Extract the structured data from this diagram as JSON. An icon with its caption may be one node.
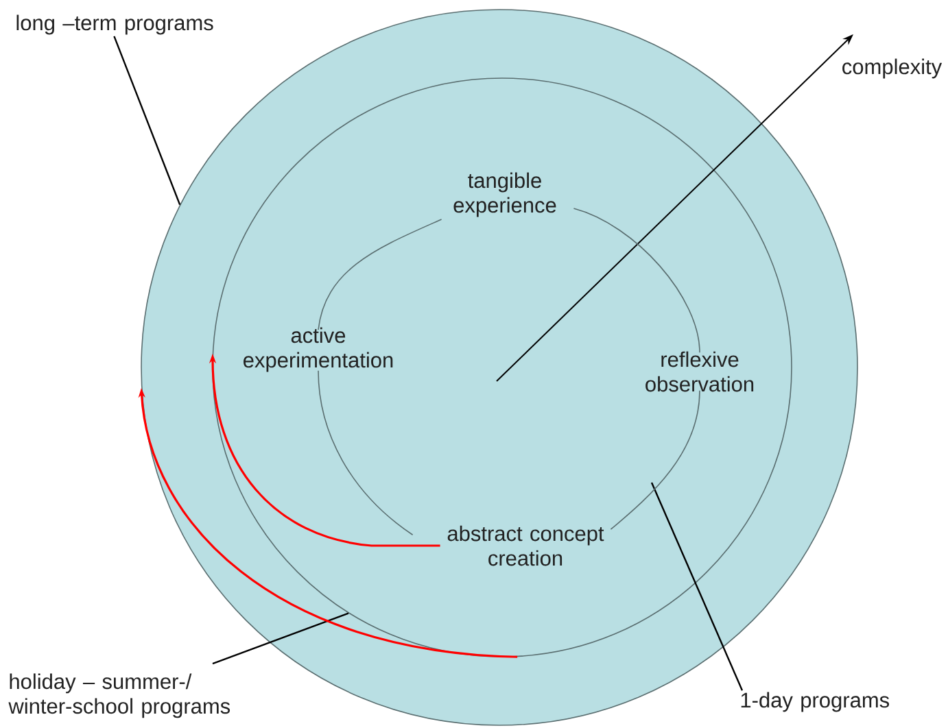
{
  "diagram": {
    "nodes": [
      {
        "text": [],
        "shape": "circle"
      },
      {
        "text": [],
        "shape": "circle",
        "in": 0
      },
      {
        "text": [
          "tangible experience"
        ],
        "in": 1
      },
      {
        "text": [
          "active experimentation"
        ],
        "in": 1
      },
      {
        "text": [
          "reflexive observation"
        ],
        "in": 1
      },
      {
        "text": [
          "abstract concept creation"
        ],
        "in": 1
      },
      {
        "text": [
          "long –term programs"
        ]
      },
      {
        "text": [
          "holiday – summer-/ winter-school programs"
        ]
      },
      {
        "text": [
          "1-day programs"
        ]
      }
    ],
    "edges": [
      {
        "from": 6,
        "to": 0,
        "arrow": "none",
        "color": "#000000"
      },
      {
        "from": 7,
        "to": 1,
        "arrow": "none",
        "color": "#000000"
      },
      {
        "from": 8,
        "to": null,
        "arrow": "none",
        "color": "#000000"
      },
      {
        "from": 5,
        "to": null,
        "arrow": "to",
        "color": "#ff0000"
      },
      {
        "from": 1,
        "to": null,
        "arrow": "to",
        "color": "#ff0000"
      },
      {
        "from": 2,
        "to": 4,
        "arrow": "none"
      },
      {
        "from": 4,
        "to": 5,
        "arrow": "none"
      },
      {
        "from": 5,
        "to": 3,
        "arrow": "none"
      },
      {
        "from": 3,
        "to": 2,
        "arrow": "none"
      }
    ],
    "labels": [
      "complexity"
    ]
  }
}
